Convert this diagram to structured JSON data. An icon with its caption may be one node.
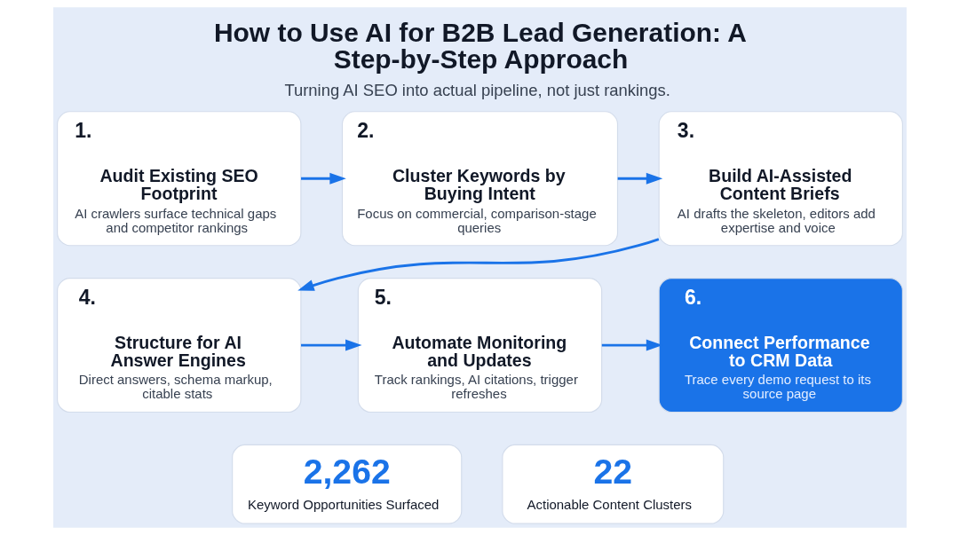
{
  "diagram": {
    "title": "How to Use AI for B2B Lead Generation: A Step-by-Step Approach",
    "caption": "Turning AI SEO into actual pipeline, not just rankings.",
    "nodes": [
      {
        "text": [
          "1.",
          "Audit Existing SEO Footprint",
          "AI crawlers surface technical gaps and competitor rankings"
        ]
      },
      {
        "text": [
          "2.",
          "Cluster Keywords by Buying Intent",
          "Focus on commercial, comparison-stage queries"
        ]
      },
      {
        "text": [
          "3.",
          "Build AI-Assisted Content Briefs",
          "AI drafts the skeleton, editors add expertise and voice"
        ]
      },
      {
        "text": [
          "4.",
          "Structure for AI Answer Engines",
          "Direct answers, schema markup, citable stats"
        ]
      },
      {
        "text": [
          "5.",
          "Automate Monitoring and Updates",
          "Track rankings, AI citations, trigger refreshes"
        ]
      },
      {
        "text": [
          "6.",
          "Connect Performance to CRM Data",
          "Trace every demo request to its source page"
        ]
      },
      {
        "text": [
          "2,262",
          "Keyword Opportunities Surfaced"
        ]
      },
      {
        "text": [
          "22",
          "Actionable Content Clusters"
        ]
      }
    ],
    "edges": [
      {
        "from": 0,
        "to": 1,
        "arrow": "to"
      },
      {
        "from": 1,
        "to": 2,
        "arrow": "to"
      },
      {
        "from": 2,
        "to": 3,
        "arrow": "to"
      },
      {
        "from": 3,
        "to": 4,
        "arrow": "to"
      },
      {
        "from": 4,
        "to": 5,
        "arrow": "to"
      }
    ]
  }
}
